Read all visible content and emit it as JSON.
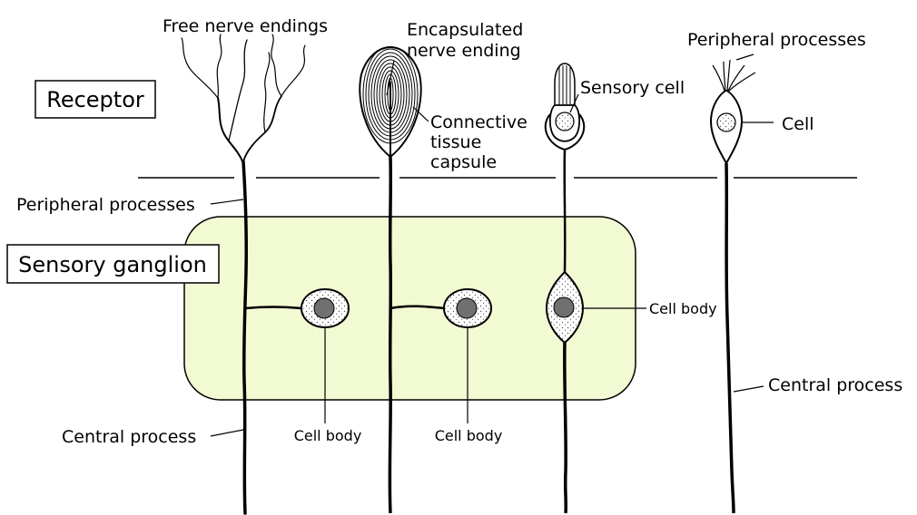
{
  "labels": {
    "receptor_box": "Receptor",
    "sensory_ganglion_box": "Sensory ganglion",
    "free_nerve_endings": "Free nerve endings",
    "encapsulated_line1": "Encapsulated",
    "encapsulated_line2": "nerve ending",
    "connective_line1": "Connective",
    "connective_line2": "tissue",
    "connective_line3": "capsule",
    "sensory_cell": "Sensory cell",
    "peripheral_processes_top": "Peripheral processes",
    "cell": "Cell",
    "peripheral_processes_left": "Peripheral processes",
    "cell_body_1": "Cell body",
    "cell_body_2": "Cell body",
    "cell_body_3": "Cell body",
    "central_process_left": "Central process",
    "central_process_right": "Central process"
  },
  "colors": {
    "ganglion_fill": "#f1fad2",
    "nucleus_fill": "#707070",
    "cell_fill": "#ffffff",
    "stroke": "#000000"
  }
}
